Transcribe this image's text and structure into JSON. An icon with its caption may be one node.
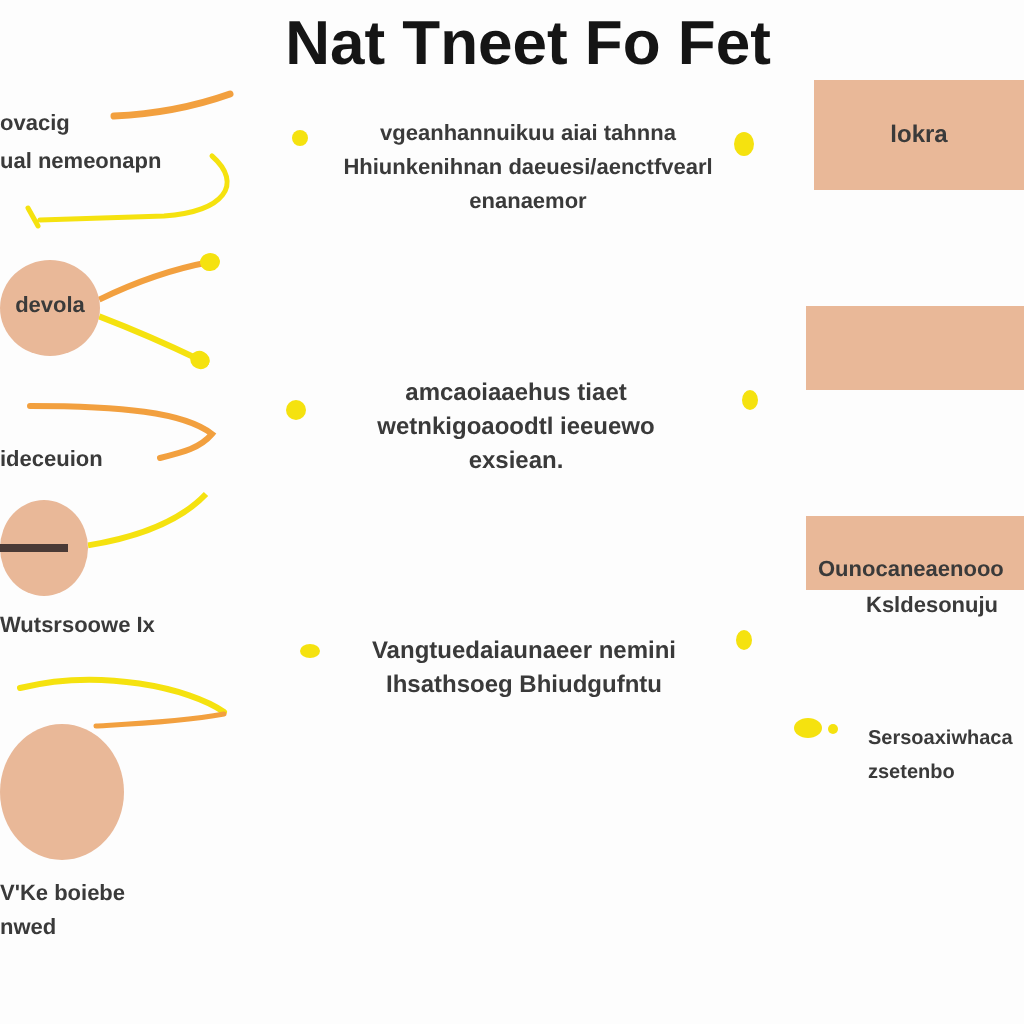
{
  "diagram": {
    "title": "Nat Tneet Fo Fet",
    "nodes": [
      {
        "text": [
          "lokra"
        ]
      },
      {
        "text": [
          "devola"
        ]
      },
      {
        "text": [],
        "shape": "box"
      },
      {
        "text": [],
        "shape": "ellipse"
      },
      {
        "text": [
          "Ounocaneaenooo",
          "Ksldesonuju"
        ]
      },
      {
        "text": [],
        "shape": "ellipse"
      }
    ],
    "edges": [
      {
        "from": 1,
        "to": null,
        "arrow": "other",
        "color": "#f2a03f"
      },
      {
        "from": 1,
        "to": null,
        "arrow": "other"
      },
      {
        "from": 3,
        "to": null,
        "arrow": "none"
      }
    ],
    "labels": [
      "ovacig",
      "ual nemeonapn",
      "vgeanhannuikuu aiai tahnna Hhiunkenihnan daeuesi/aenctfvearl enanaemor",
      "amcaoiaaehus tiaet wetnkigoaoodtl ieeuewo exsiean.",
      "ideceuion",
      "Wutsrsoowe Ix",
      "Vangtuedaiaunaeer nemini Ihsathsoeg Bhiudgufntu",
      "Sersoaxiwhaca zsetenbo",
      "V'Ke boiebe nwed"
    ]
  }
}
